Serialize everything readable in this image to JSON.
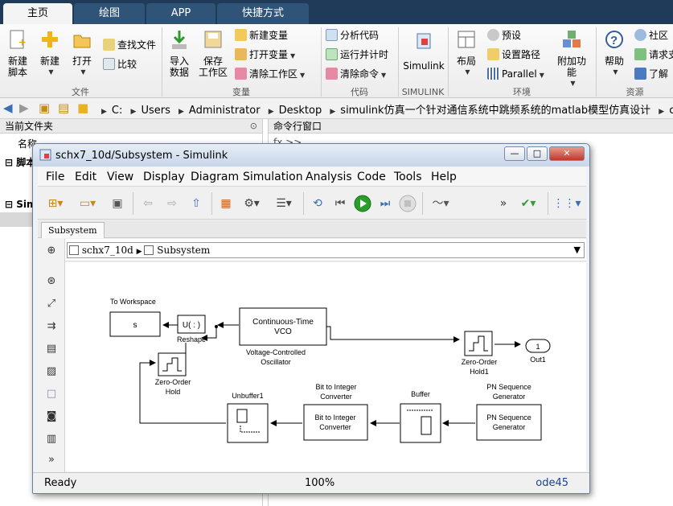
{
  "matlab": {
    "tabs": [
      "主页",
      "绘图",
      "APP",
      "快捷方式"
    ],
    "ribbon": {
      "file_group": {
        "label": "文件",
        "new_script": "新建\n脚本",
        "new": "新建",
        "open": "打开",
        "find_files": "查找文件",
        "compare": "比较"
      },
      "variable_group": {
        "label": "变量",
        "import_data": "导入\n数据",
        "save_workspace": "保存\n工作区",
        "new_variable": "新建变量",
        "open_variable": "打开变量",
        "clear_workspace": "清除工作区"
      },
      "code_group": {
        "label": "代码",
        "analyze_code": "分析代码",
        "run_and_time": "运行并计时",
        "clear_commands": "清除命令"
      },
      "simulink_group": {
        "label": "SIMULINK",
        "simulink": "Simulink"
      },
      "environment_group": {
        "label": "环境",
        "layout": "布局",
        "preferences": "预设",
        "set_path": "设置路径",
        "parallel": "Parallel",
        "add_ons": "附加功能"
      },
      "resources_group": {
        "label": "资源",
        "help": "帮助",
        "community": "社区",
        "request_support": "请求支",
        "learn": "了解"
      }
    },
    "address_path": [
      "C:",
      "Users",
      "Administrator",
      "Desktop",
      "simulink仿真一个针对通信系统中跳频系统的matlab模型仿真设计",
      "code"
    ],
    "left_panel": {
      "title": "当前文件夹",
      "name_header": "名称",
      "sections": [
        "脚本",
        "Sim"
      ]
    },
    "right_panel": {
      "title": "命令行窗口",
      "prompt": "fx >>"
    }
  },
  "simulink": {
    "window_title": "schx7_10d/Subsystem - Simulink",
    "window_buttons": {
      "minimize": "—",
      "maximize": "□",
      "close": "✕"
    },
    "menus": [
      "File",
      "Edit",
      "View",
      "Display",
      "Diagram",
      "Simulation",
      "Analysis",
      "Code",
      "Tools",
      "Help"
    ],
    "subsystem_tab": "Subsystem",
    "breadcrumb": [
      "schx7_10d",
      "Subsystem"
    ],
    "status": {
      "state": "Ready",
      "zoom": "100%",
      "solver": "ode45"
    },
    "blocks": {
      "to_workspace_label": "To Workspace",
      "to_workspace_var": "s",
      "reshape_content": "U( : )",
      "reshape_label": "Reshape",
      "vco_content_1": "Continuous-Time",
      "vco_content_2": "VCO",
      "vco_label_1": "Voltage-Controlled",
      "vco_label_2": "Oscillator",
      "zoh_label_1": "Zero-Order",
      "zoh_label_2": "Hold",
      "zoh1_label_1": "Zero-Order",
      "zoh1_label_2": "Hold1",
      "out1_content": "1",
      "out1_label": "Out1",
      "unbuffer_label": "Unbuffer1",
      "b2i_label_1": "Bit to Integer",
      "b2i_label_2": "Converter",
      "b2i_content_1": "Bit to Integer",
      "b2i_content_2": "Converter",
      "buffer_label": "Buffer",
      "pn_label_1": "PN Sequence",
      "pn_label_2": "Generator",
      "pn_content_1": "PN Sequence",
      "pn_content_2": "Generator"
    }
  },
  "colors": {
    "tabbar_bg": "#1f3b59",
    "simulink_play": "#2a9d2a",
    "solver_text": "#1a3fa0"
  }
}
